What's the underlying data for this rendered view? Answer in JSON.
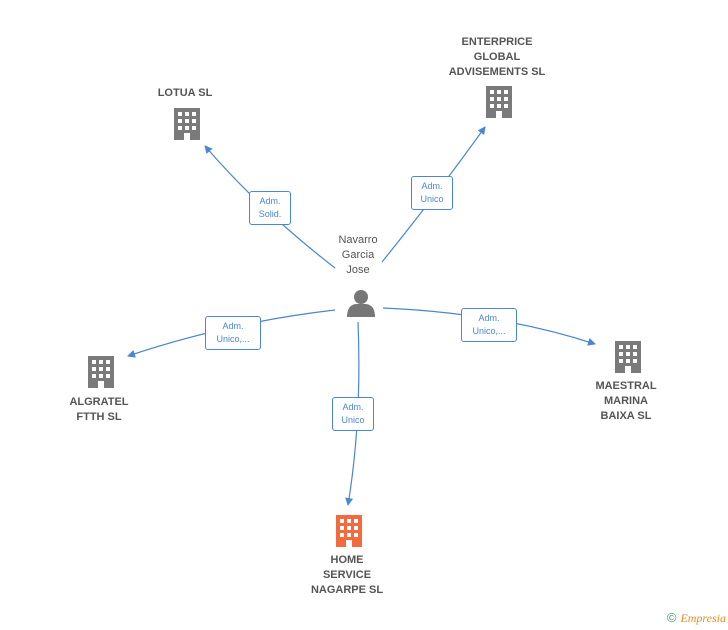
{
  "center": {
    "name": "Navarro\nGarcia\nJose",
    "icon": "person-icon"
  },
  "nodes": [
    {
      "id": "enterprice",
      "name": "ENTERPRICE\nGLOBAL\nADVISEMENTS SL",
      "icon": "building-icon",
      "color": "#7a7a7a",
      "edge_label": "Adm.\nUnico"
    },
    {
      "id": "lotua",
      "name": "LOTUA  SL",
      "icon": "building-icon",
      "color": "#7a7a7a",
      "edge_label": "Adm.\nSolid."
    },
    {
      "id": "algratel",
      "name": "ALGRATEL\nFTTH  SL",
      "icon": "building-icon",
      "color": "#7a7a7a",
      "edge_label": "Adm.\nUnico,..."
    },
    {
      "id": "maestral",
      "name": "MAESTRAL\nMARINA\nBAIXA  SL",
      "icon": "building-icon",
      "color": "#7a7a7a",
      "edge_label": "Adm.\nUnico,..."
    },
    {
      "id": "home",
      "name": "HOME\nSERVICE\nNAGARPE  SL",
      "icon": "building-icon",
      "color": "#f26a3d",
      "edge_label": "Adm.\nUnico"
    }
  ],
  "edge_color": "#4a86d4",
  "footer": {
    "copyright": "©",
    "brand": "Empresia"
  }
}
